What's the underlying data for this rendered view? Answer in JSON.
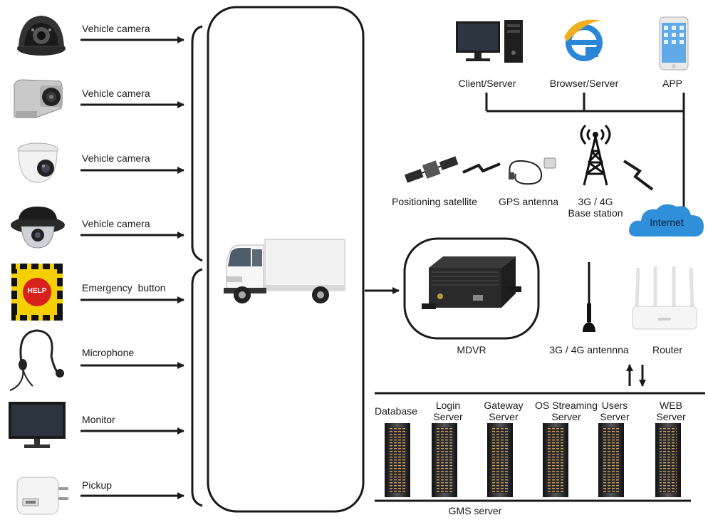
{
  "inputs": [
    {
      "label": "Vehicle camera",
      "icon": "dome-camera-icon"
    },
    {
      "label": "Vehicle camera",
      "icon": "bullet-camera-icon"
    },
    {
      "label": "Vehicle camera",
      "icon": "mini-dome-camera-icon"
    },
    {
      "label": "Vehicle camera",
      "icon": "vandal-dome-camera-icon"
    },
    {
      "label": "Emergency  button",
      "icon": "help-button-icon",
      "badge": "HELP"
    },
    {
      "label": "Microphone",
      "icon": "microphone-headset-icon"
    },
    {
      "label": "Monitor",
      "icon": "monitor-icon"
    },
    {
      "label": "Pickup",
      "icon": "pickup-adapter-icon"
    }
  ],
  "clients": [
    {
      "label": "Client/Server",
      "icon": "desktop-computer-icon"
    },
    {
      "label": "Browser/Server",
      "icon": "browser-icon"
    },
    {
      "label": "APP",
      "icon": "phone-icon"
    }
  ],
  "network": {
    "satellite": "Positioning satellite",
    "gps": "GPS antenna",
    "base_station_line1": "3G / 4G",
    "base_station_line2": "Base station",
    "internet": "Internet"
  },
  "mdvr": {
    "label": "MDVR"
  },
  "antenna": {
    "label": "3G / 4G antennna"
  },
  "router": {
    "label": "Router"
  },
  "servers": [
    {
      "line1": "Database",
      "line2": ""
    },
    {
      "line1": "Login",
      "line2": "Server"
    },
    {
      "line1": "Gateway",
      "line2": "Server"
    },
    {
      "line1": "OS Streaming",
      "line2": "Server"
    },
    {
      "line1": "Users",
      "line2": "Server"
    },
    {
      "line1": "WEB",
      "line2": "Server"
    }
  ],
  "gms": {
    "label": "GMS server"
  },
  "colors": {
    "line": "#1a1a1a",
    "cloud": "#2f8fd8",
    "help_yellow": "#f4d000",
    "help_red": "#d8201c"
  }
}
